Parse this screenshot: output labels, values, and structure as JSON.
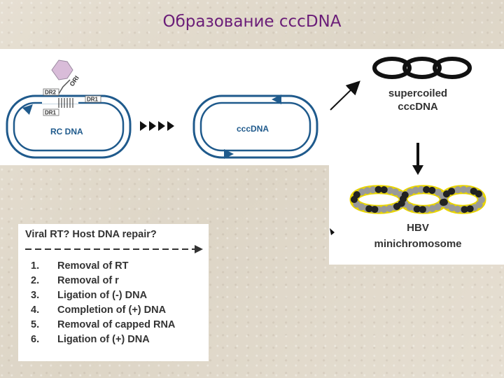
{
  "slide": {
    "title": "Образование cccDNA"
  },
  "rc_diagram": {
    "labels": [
      "DR2",
      "DR1",
      "DR1",
      "RC DNA"
    ],
    "primer": "ORI"
  },
  "ccc_diagram": {
    "label": "cccDNA"
  },
  "supercoiled": {
    "line1": "supercoiled",
    "line2": "cccDNA"
  },
  "minichromosome": {
    "line1": "HBV",
    "line2": "minichromosome"
  },
  "steps_box": {
    "header": "Viral RT? Host DNA repair?",
    "steps": [
      {
        "num": "1.",
        "text": "Removal of RT"
      },
      {
        "num": "2.",
        "text": "Removal of r"
      },
      {
        "num": "3.",
        "text": "Ligation of (-) DNA"
      },
      {
        "num": "4.",
        "text": "Completion of (+) DNA"
      },
      {
        "num": "5.",
        "text": "Removal of capped RNA"
      },
      {
        "num": "6.",
        "text": "Ligation of (+) DNA"
      }
    ]
  },
  "colors": {
    "title": "#6a1d78",
    "dna_blue": "#1f5a8c",
    "nucleosome_yellow": "#e8d400"
  }
}
